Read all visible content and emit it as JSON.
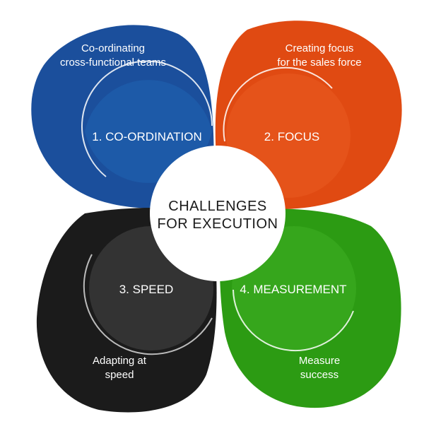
{
  "center": {
    "line1": "CHALLENGES",
    "line2": "FOR EXECUTION",
    "fill": "#ffffff"
  },
  "petals": [
    {
      "id": "coordination",
      "title": "1. CO-ORDINATION",
      "desc_line1": "Co-ordinating",
      "desc_line2": "cross-functional teams",
      "color": "#1b4f9c",
      "inner_color": "#1d5aa8"
    },
    {
      "id": "focus",
      "title": "2. FOCUS",
      "desc_line1": "Creating focus",
      "desc_line2": "for the sales force",
      "color": "#e04a12",
      "inner_color": "#e5531a"
    },
    {
      "id": "speed",
      "title": "3. SPEED",
      "desc_line1": "Adapting at",
      "desc_line2": "speed",
      "color": "#1b1b1b",
      "inner_color": "#333333"
    },
    {
      "id": "measurement",
      "title": "4. MEASUREMENT",
      "desc_line1": "Measure",
      "desc_line2": "success",
      "color": "#2c9b13",
      "inner_color": "#36a61c"
    }
  ]
}
